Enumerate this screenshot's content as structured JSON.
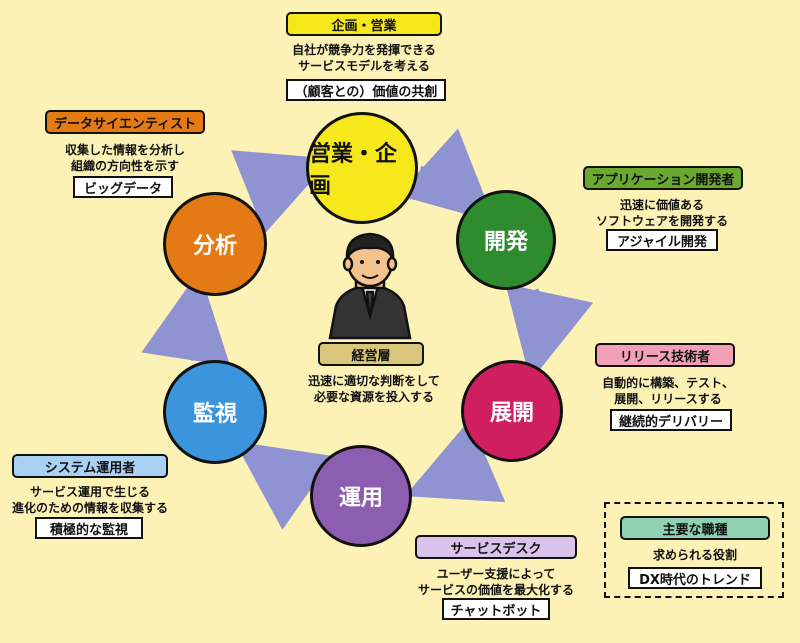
{
  "cycle": {
    "planning": "営業・企画",
    "development": "開発",
    "deployment": "展開",
    "operation": "運用",
    "monitoring": "監視",
    "analysis": "分析"
  },
  "center": {
    "label": "経営層",
    "desc_line1": "迅速に適切な判断をして",
    "desc_line2": "必要な資源を投入する"
  },
  "roles": {
    "planning": {
      "title": "企画・営業",
      "line1": "自社が競争力を発揮できる",
      "line2": "サービスモデルを考える",
      "trend": "（顧客との）価値の共創"
    },
    "data_scientist": {
      "title": "データサイエンティスト",
      "line1": "収集した情報を分析し",
      "line2": "組織の方向性を示す",
      "trend": "ビッグデータ"
    },
    "app_developer": {
      "title": "アプリケーション開発者",
      "line1": "迅速に価値ある",
      "line2": "ソフトウェアを開発する",
      "trend": "アジャイル開発"
    },
    "release_engineer": {
      "title": "リリース技術者",
      "line1": "自動的に構築、テスト、",
      "line2": "展開、リリースする",
      "trend": "継続的デリバリー"
    },
    "system_operator": {
      "title": "システム運用者",
      "line1": "サービス運用で生じる",
      "line2": "進化のための情報を収集する",
      "trend": "積極的な監視"
    },
    "service_desk": {
      "title": "サービスデスク",
      "line1": "ユーザー支援によって",
      "line2": "サービスの価値を最大化する",
      "trend": "チャットボット"
    }
  },
  "legend": {
    "title": "主要な職種",
    "line1": "求められる役割",
    "trend": "DX時代のトレンド"
  },
  "colors": {
    "planning": "#f7e81c",
    "development": "#2e8b2e",
    "deployment": "#cf1f5e",
    "operation": "#8d5db0",
    "monitoring": "#3b95dc",
    "analysis": "#e47a13",
    "arrow": "#8f93d2",
    "background": "#fdf2b6"
  }
}
